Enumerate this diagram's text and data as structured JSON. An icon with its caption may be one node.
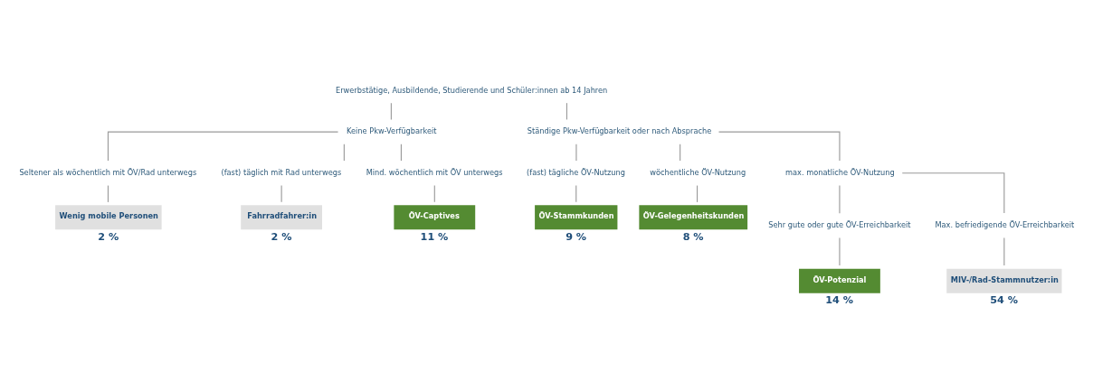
{
  "diagram": {
    "nodes": [
      {
        "text": [
          "Erwerbstätige, Ausbildende, Studierende und Schüler:innen ab 14 Jahren"
        ]
      },
      {
        "text": [
          "Keine Pkw-Verfügbarkeit"
        ]
      },
      {
        "text": [
          "Ständige Pkw-Verfügbarkeit oder nach Absprache"
        ]
      },
      {
        "text": [
          "Seltener als wöchentlich mit ÖV/Rad unterwegs"
        ]
      },
      {
        "text": [
          "(fast) täglich mit Rad unterwegs"
        ]
      },
      {
        "text": [
          "Mind. wöchentlich mit ÖV unterwegs"
        ]
      },
      {
        "text": [
          "(fast) tägliche ÖV-Nutzung"
        ]
      },
      {
        "text": [
          "wöchentliche ÖV-Nutzung"
        ]
      },
      {
        "text": [
          "max. monatliche ÖV-Nutzung"
        ]
      },
      {
        "text": [
          "Wenig mobile Personen"
        ],
        "beside": [
          "2 %"
        ]
      },
      {
        "text": [
          "Fahrradfahrer:in"
        ],
        "beside": [
          "2 %"
        ]
      },
      {
        "text": [
          "ÖV-Captives"
        ],
        "beside": [
          "11 %"
        ]
      },
      {
        "text": [
          "ÖV-Stammkunden"
        ],
        "beside": [
          "9 %"
        ]
      },
      {
        "text": [
          "ÖV-Gelegenheitskunden"
        ],
        "beside": [
          "8 %"
        ]
      },
      {
        "text": [
          "Sehr gute oder gute ÖV-Erreichbarkeit"
        ]
      },
      {
        "text": [
          "Max. befriedigende ÖV-Erreichbarkeit"
        ]
      },
      {
        "text": [
          "ÖV-Potenzial"
        ],
        "beside": [
          "14 %"
        ]
      },
      {
        "text": [
          "MIV-/Rad-Stammnutzer:in"
        ],
        "beside": [
          "54 %"
        ]
      }
    ],
    "edges": [
      {
        "from": 0,
        "to": 1,
        "arrow": "none"
      },
      {
        "from": 0,
        "to": 2,
        "arrow": "none"
      },
      {
        "from": 1,
        "to": 3,
        "arrow": "none"
      },
      {
        "from": 1,
        "to": 4,
        "arrow": "none"
      },
      {
        "from": 1,
        "to": 5,
        "arrow": "none"
      },
      {
        "from": 2,
        "to": 6,
        "arrow": "none"
      },
      {
        "from": 2,
        "to": 7,
        "arrow": "none"
      },
      {
        "from": 2,
        "to": 8,
        "arrow": "none"
      },
      {
        "from": 3,
        "to": 9,
        "arrow": "none"
      },
      {
        "from": 4,
        "to": 10,
        "arrow": "none"
      },
      {
        "from": 5,
        "to": 11,
        "arrow": "none"
      },
      {
        "from": 6,
        "to": 12,
        "arrow": "none"
      },
      {
        "from": 7,
        "to": 13,
        "arrow": "none"
      },
      {
        "from": 8,
        "to": 14,
        "arrow": "none"
      },
      {
        "from": 8,
        "to": 15,
        "arrow": "none"
      },
      {
        "from": 14,
        "to": 16,
        "arrow": "none"
      },
      {
        "from": 15,
        "to": 17,
        "arrow": "none"
      }
    ]
  }
}
